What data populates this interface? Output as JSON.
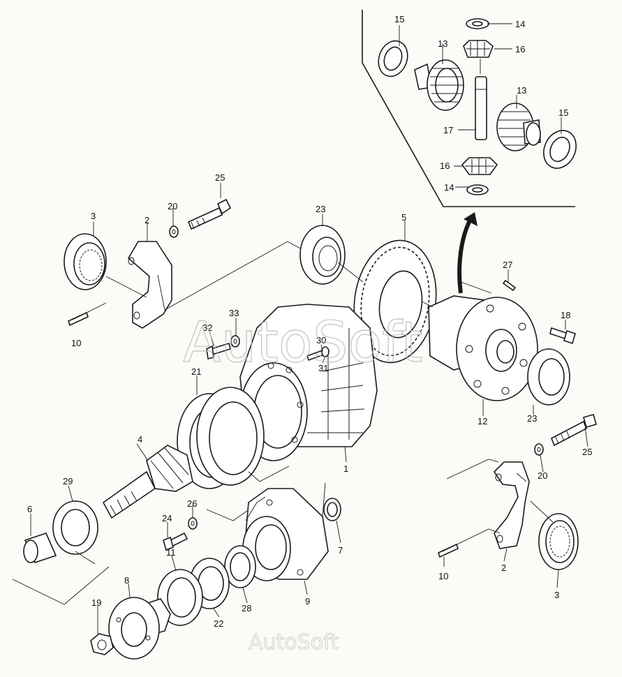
{
  "watermark": {
    "text": "AutoSoft",
    "text_small": "AutoSoft"
  },
  "colors": {
    "background": "#fbfbf8",
    "ink": "#1a1a1a",
    "watermark": "#bdbdbd"
  },
  "callouts": {
    "c1": "1",
    "c2a": "2",
    "c2b": "2",
    "c3a": "3",
    "c3b": "3",
    "c4": "4",
    "c5": "5",
    "c6": "6",
    "c7": "7",
    "c8": "8",
    "c9": "9",
    "c10a": "10",
    "c10b": "10",
    "c11": "11",
    "c12": "12",
    "c13a": "13",
    "c13b": "13",
    "c14a": "14",
    "c14b": "14",
    "c15a": "15",
    "c15b": "15",
    "c16a": "16",
    "c16b": "16",
    "c17": "17",
    "c18": "18",
    "c19": "19",
    "c20a": "20",
    "c20b": "20",
    "c21": "21",
    "c22": "22",
    "c23a": "23",
    "c23b": "23",
    "c24": "24",
    "c25a": "25",
    "c25b": "25",
    "c26": "26",
    "c27": "27",
    "c28": "28",
    "c29": "29",
    "c30": "30",
    "c31": "31",
    "c32": "32",
    "c33": "33"
  }
}
